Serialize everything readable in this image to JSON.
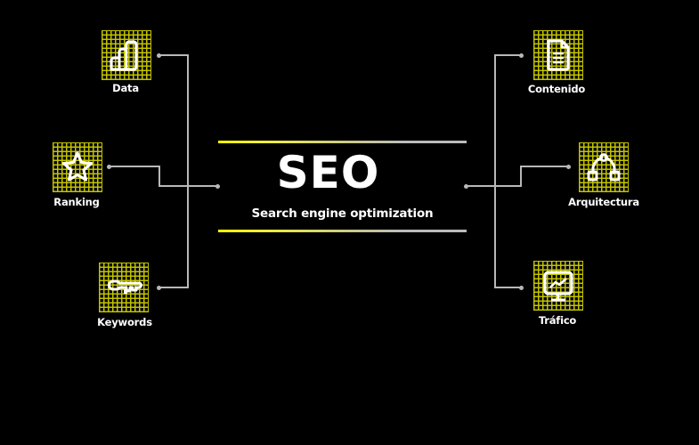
{
  "center": {
    "title": "SEO",
    "subtitle": "Search engine optimization",
    "line_gradient": [
      "#ffff00",
      "#bcbcbc"
    ]
  },
  "nodes": {
    "data": {
      "label": "Data",
      "icon": "bar-chart-icon"
    },
    "ranking": {
      "label": "Ranking",
      "icon": "star-icon"
    },
    "keywords": {
      "label": "Keywords",
      "icon": "key-icon"
    },
    "contenido": {
      "label": "Contenido",
      "icon": "document-icon"
    },
    "arquitectura": {
      "label": "Arquitectura",
      "icon": "hierarchy-icon"
    },
    "trafico": {
      "label": "Tráfico",
      "icon": "monitor-chart-icon"
    }
  },
  "colors": {
    "background": "#000000",
    "grid": "#c3c300",
    "accent": "#ffff00",
    "connector": "#b8b8b8",
    "text": "#ffffff"
  }
}
